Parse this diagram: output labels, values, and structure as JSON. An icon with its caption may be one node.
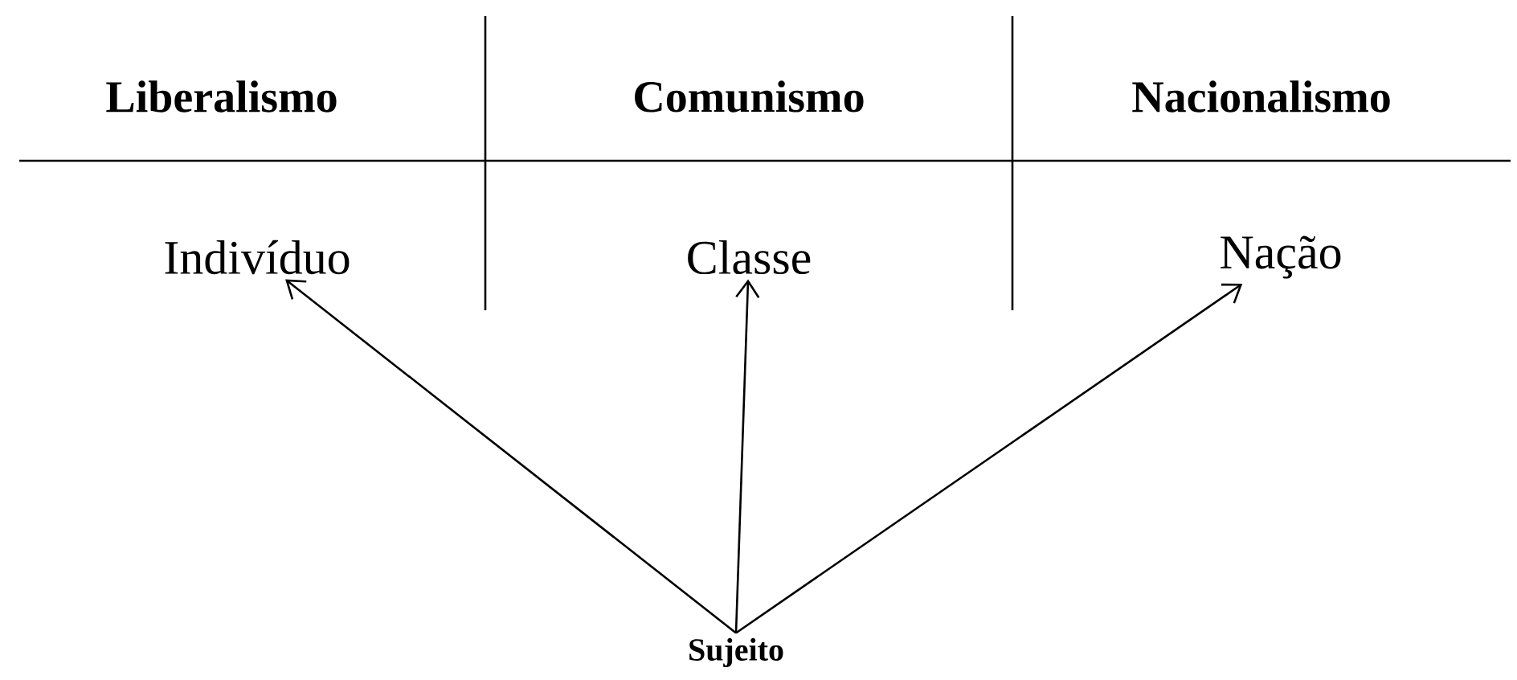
{
  "diagram": {
    "nodes": [
      {
        "text": [
          "Indivíduo"
        ]
      },
      {
        "text": [
          "Classe"
        ]
      },
      {
        "text": [
          "Nação"
        ]
      },
      {
        "text": [
          "Sujeito"
        ]
      }
    ],
    "edges": [
      {
        "from": 3,
        "to": 0,
        "arrow": "to"
      },
      {
        "from": 3,
        "to": 1,
        "arrow": "to"
      },
      {
        "from": 3,
        "to": 2,
        "arrow": "to"
      }
    ],
    "labels": [
      "Liberalismo",
      "Comunismo",
      "Nacionalismo"
    ]
  }
}
